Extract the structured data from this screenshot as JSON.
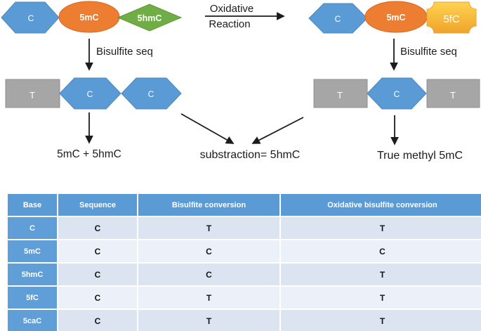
{
  "colors": {
    "blue": "#5b9bd5",
    "orange": "#ed7d31",
    "green": "#70ad47",
    "yellow_light": "#fed34f",
    "yellow_dark": "#efa32b",
    "gray": "#a6a6a6",
    "header_blue": "#5b9bd5",
    "base_col_blue": "#5f9ed6",
    "row_dark": "#dbe4f0",
    "row_light": "#ecf0f8"
  },
  "diagram": {
    "top_left_group": {
      "hexagon_label": "C",
      "ellipse_label": "5mC",
      "diamond_label": "5hmC"
    },
    "oxidative_reaction": {
      "line1": "Oxidative",
      "line2": "Reaction"
    },
    "top_right_group": {
      "hexagon_label": "C",
      "ellipse_label": "5mC",
      "plaque_label": "5fC"
    },
    "left_bisulfite_label": "Bisulfite seq",
    "right_bisulfite_label": "Bisulfite seq",
    "left_result_group": {
      "box1": "T",
      "hexagon1": "C",
      "hexagon2": "C"
    },
    "right_result_group": {
      "box1": "T",
      "hexagon": "C",
      "box2": "T"
    },
    "left_outcome": "5mC + 5hmC",
    "center_outcome": "substraction= 5hmC",
    "right_outcome": "True methyl 5mC"
  },
  "table": {
    "headers": [
      "Base",
      "Sequence",
      "Bisulfite conversion",
      "Oxidative bisulfite conversion"
    ],
    "rows": [
      {
        "base": "C",
        "cells": [
          "C",
          "T",
          "T"
        ]
      },
      {
        "base": "5mC",
        "cells": [
          "C",
          "C",
          "C"
        ]
      },
      {
        "base": "5hmC",
        "cells": [
          "C",
          "C",
          "T"
        ]
      },
      {
        "base": "5fC",
        "cells": [
          "C",
          "T",
          "T"
        ]
      },
      {
        "base": "5caC",
        "cells": [
          "C",
          "T",
          "T"
        ]
      }
    ]
  }
}
